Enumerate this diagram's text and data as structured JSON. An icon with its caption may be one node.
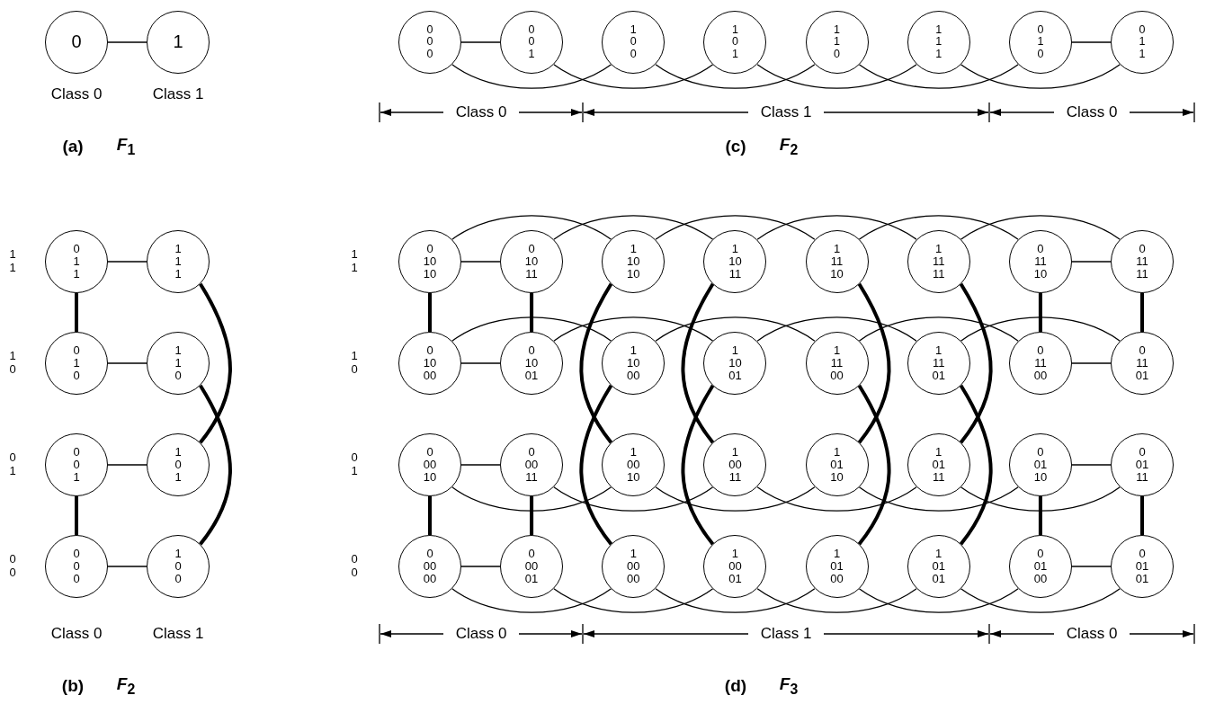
{
  "diagram": {
    "nodes": [
      {
        "text": [
          "0"
        ]
      },
      {
        "text": [
          "1"
        ]
      },
      {
        "text": [
          "0 0 0"
        ]
      },
      {
        "text": [
          "0 0 1"
        ]
      },
      {
        "text": [
          "1 0 0"
        ]
      },
      {
        "text": [
          "1 0 1"
        ]
      },
      {
        "text": [
          "1 1 0"
        ]
      },
      {
        "text": [
          "1 1 1"
        ]
      },
      {
        "text": [
          "0 1 0"
        ]
      },
      {
        "text": [
          "0 1 1"
        ]
      },
      {
        "text": [
          "0 1 1"
        ]
      },
      {
        "text": [
          "1 1 1"
        ]
      },
      {
        "text": [
          "0 1 0"
        ]
      },
      {
        "text": [
          "1 1 0"
        ]
      },
      {
        "text": [
          "0 0 1"
        ]
      },
      {
        "text": [
          "1 0 1"
        ]
      },
      {
        "text": [
          "0 0 0"
        ]
      },
      {
        "text": [
          "1 0 0"
        ]
      },
      {
        "text": [
          "0 10 10"
        ]
      },
      {
        "text": [
          "0 10 11"
        ]
      },
      {
        "text": [
          "1 10 10"
        ]
      },
      {
        "text": [
          "1 10 11"
        ]
      },
      {
        "text": [
          "1 11 10"
        ]
      },
      {
        "text": [
          "1 11 11"
        ]
      },
      {
        "text": [
          "0 11 10"
        ]
      },
      {
        "text": [
          "0 11 11"
        ]
      },
      {
        "text": [
          "0 10 00"
        ]
      },
      {
        "text": [
          "0 10 01"
        ]
      },
      {
        "text": [
          "1 10 00"
        ]
      },
      {
        "text": [
          "1 10 01"
        ]
      },
      {
        "text": [
          "1 11 00"
        ]
      },
      {
        "text": [
          "1 11 01"
        ]
      },
      {
        "text": [
          "0 11 00"
        ]
      },
      {
        "text": [
          "0 11 01"
        ]
      },
      {
        "text": [
          "0 00 10"
        ]
      },
      {
        "text": [
          "0 00 11"
        ]
      },
      {
        "text": [
          "1 00 10"
        ]
      },
      {
        "text": [
          "1 00 11"
        ]
      },
      {
        "text": [
          "1 01 10"
        ]
      },
      {
        "text": [
          "1 01 11"
        ]
      },
      {
        "text": [
          "0 01 10"
        ]
      },
      {
        "text": [
          "0 01 11"
        ]
      },
      {
        "text": [
          "0 00 00"
        ]
      },
      {
        "text": [
          "0 00 01"
        ]
      },
      {
        "text": [
          "1 00 00"
        ]
      },
      {
        "text": [
          "1 00 01"
        ]
      },
      {
        "text": [
          "1 01 00"
        ]
      },
      {
        "text": [
          "1 01 01"
        ]
      },
      {
        "text": [
          "0 01 00"
        ]
      },
      {
        "text": [
          "0 01 01"
        ]
      }
    ],
    "edges": [
      {
        "from": 0,
        "to": 1,
        "arrow": "none"
      },
      {
        "from": 2,
        "to": 3,
        "arrow": "none"
      },
      {
        "from": 8,
        "to": 9,
        "arrow": "none"
      },
      {
        "from": 2,
        "to": 4,
        "arrow": "none"
      },
      {
        "from": 3,
        "to": 5,
        "arrow": "none"
      },
      {
        "from": 4,
        "to": 6,
        "arrow": "none"
      },
      {
        "from": 5,
        "to": 7,
        "arrow": "none"
      },
      {
        "from": 6,
        "to": 8,
        "arrow": "none"
      },
      {
        "from": 7,
        "to": 9,
        "arrow": "none"
      },
      {
        "from": 10,
        "to": 11,
        "arrow": "none"
      },
      {
        "from": 12,
        "to": 13,
        "arrow": "none"
      },
      {
        "from": 14,
        "to": 15,
        "arrow": "none"
      },
      {
        "from": 16,
        "to": 17,
        "arrow": "none"
      },
      {
        "from": 10,
        "to": 12,
        "arrow": "none",
        "style": "thick"
      },
      {
        "from": 14,
        "to": 16,
        "arrow": "none",
        "style": "thick"
      },
      {
        "from": 11,
        "to": 15,
        "arrow": "none",
        "style": "thick"
      },
      {
        "from": 13,
        "to": 17,
        "arrow": "none",
        "style": "thick"
      },
      {
        "from": 18,
        "to": 19,
        "arrow": "none"
      },
      {
        "from": 24,
        "to": 25,
        "arrow": "none"
      },
      {
        "from": 26,
        "to": 27,
        "arrow": "none"
      },
      {
        "from": 32,
        "to": 33,
        "arrow": "none"
      },
      {
        "from": 34,
        "to": 35,
        "arrow": "none"
      },
      {
        "from": 40,
        "to": 41,
        "arrow": "none"
      },
      {
        "from": 42,
        "to": 43,
        "arrow": "none"
      },
      {
        "from": 48,
        "to": 49,
        "arrow": "none"
      },
      {
        "from": 18,
        "to": 26,
        "arrow": "none",
        "style": "thick"
      },
      {
        "from": 19,
        "to": 27,
        "arrow": "none",
        "style": "thick"
      },
      {
        "from": 24,
        "to": 32,
        "arrow": "none",
        "style": "thick"
      },
      {
        "from": 25,
        "to": 33,
        "arrow": "none",
        "style": "thick"
      },
      {
        "from": 34,
        "to": 42,
        "arrow": "none",
        "style": "thick"
      },
      {
        "from": 35,
        "to": 43,
        "arrow": "none",
        "style": "thick"
      },
      {
        "from": 40,
        "to": 48,
        "arrow": "none",
        "style": "thick"
      },
      {
        "from": 41,
        "to": 49,
        "arrow": "none",
        "style": "thick"
      },
      {
        "from": 20,
        "to": 36,
        "arrow": "none",
        "style": "thick"
      },
      {
        "from": 21,
        "to": 37,
        "arrow": "none",
        "style": "thick"
      },
      {
        "from": 22,
        "to": 38,
        "arrow": "none",
        "style": "thick"
      },
      {
        "from": 23,
        "to": 39,
        "arrow": "none",
        "style": "thick"
      },
      {
        "from": 28,
        "to": 44,
        "arrow": "none",
        "style": "thick"
      },
      {
        "from": 29,
        "to": 45,
        "arrow": "none",
        "style": "thick"
      },
      {
        "from": 30,
        "to": 46,
        "arrow": "none",
        "style": "thick"
      },
      {
        "from": 31,
        "to": 47,
        "arrow": "none",
        "style": "thick"
      },
      {
        "from": 18,
        "to": 20,
        "arrow": "none"
      },
      {
        "from": 19,
        "to": 21,
        "arrow": "none"
      },
      {
        "from": 20,
        "to": 22,
        "arrow": "none"
      },
      {
        "from": 21,
        "to": 23,
        "arrow": "none"
      },
      {
        "from": 22,
        "to": 24,
        "arrow": "none"
      },
      {
        "from": 23,
        "to": 25,
        "arrow": "none"
      },
      {
        "from": 26,
        "to": 28,
        "arrow": "none"
      },
      {
        "from": 27,
        "to": 29,
        "arrow": "none"
      },
      {
        "from": 28,
        "to": 30,
        "arrow": "none"
      },
      {
        "from": 29,
        "to": 31,
        "arrow": "none"
      },
      {
        "from": 30,
        "to": 32,
        "arrow": "none"
      },
      {
        "from": 31,
        "to": 33,
        "arrow": "none"
      },
      {
        "from": 34,
        "to": 36,
        "arrow": "none"
      },
      {
        "from": 35,
        "to": 37,
        "arrow": "none"
      },
      {
        "from": 36,
        "to": 38,
        "arrow": "none"
      },
      {
        "from": 37,
        "to": 39,
        "arrow": "none"
      },
      {
        "from": 38,
        "to": 40,
        "arrow": "none"
      },
      {
        "from": 39,
        "to": 41,
        "arrow": "none"
      },
      {
        "from": 42,
        "to": 44,
        "arrow": "none"
      },
      {
        "from": 43,
        "to": 45,
        "arrow": "none"
      },
      {
        "from": 44,
        "to": 46,
        "arrow": "none"
      },
      {
        "from": 45,
        "to": 47,
        "arrow": "none"
      },
      {
        "from": 46,
        "to": 48,
        "arrow": "none"
      },
      {
        "from": 47,
        "to": 49,
        "arrow": "none"
      }
    ],
    "labels": [
      "Class 0",
      "Class 1",
      "Class 0",
      "Class 1",
      "Class 0",
      "(a)",
      "*F*$_{1}$",
      "(c)",
      "*F*$_{2}$",
      "1 1",
      "1 1",
      "1 0",
      "1 0",
      "0 1",
      "0 1",
      "0 0",
      "0 0",
      "Class 0",
      "Class 1",
      "Class 0",
      "Class 1",
      "Class 0",
      "(b)",
      "*F*$_{2}$",
      "(d)",
      "*F*$_{3}$"
    ]
  }
}
